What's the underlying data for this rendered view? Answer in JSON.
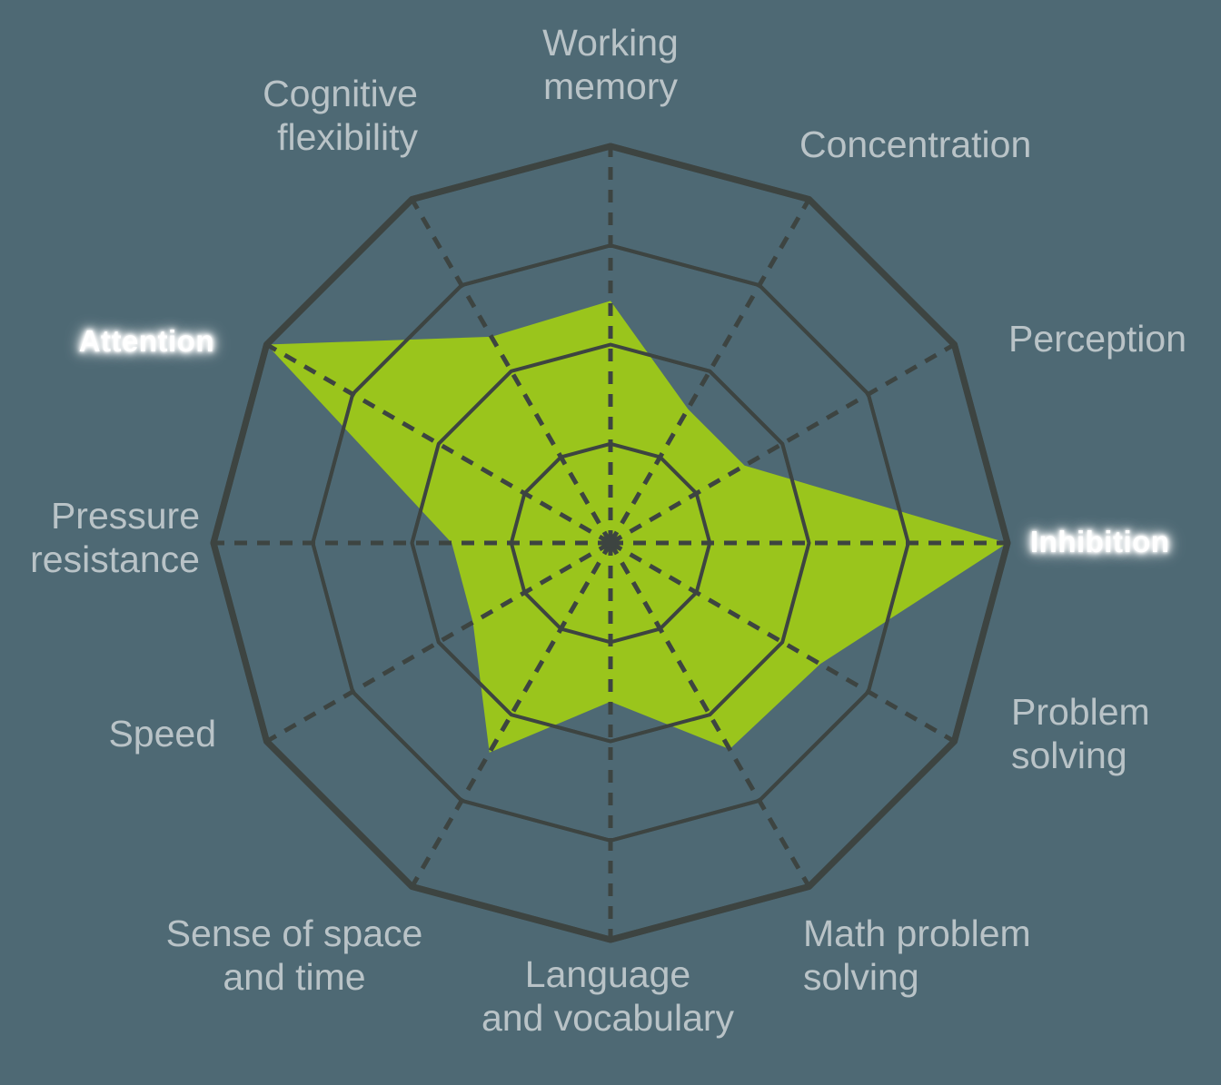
{
  "background_color": "#4e6974",
  "chart_data": {
    "type": "radar",
    "title": "",
    "grid": true,
    "grid_rings": 4,
    "rmin": 0,
    "rmax": 1,
    "fill_color": "#9ac51c",
    "grid_color": "#3d4441",
    "label_color": "#b9c3c7",
    "highlight_label_color": "#ffffff",
    "legend": "none",
    "categories": [
      "Working memory",
      "Concentration",
      "Perception",
      "Inhibition",
      "Problem solving",
      "Math problem solving",
      "Language and vocabulary",
      "Sense of space and time",
      "Speed",
      "Pressure resistance",
      "Attention",
      "Cognitive flexibility"
    ],
    "values": [
      0.61,
      0.39,
      0.39,
      1.0,
      0.61,
      0.6,
      0.4,
      0.61,
      0.4,
      0.4,
      1.0,
      0.6
    ],
    "highlighted": [
      "Attention",
      "Inhibition"
    ]
  },
  "labels": [
    {
      "id": "working-memory",
      "text": "Working\nmemory",
      "highlight": false
    },
    {
      "id": "concentration",
      "text": "Concentration",
      "highlight": false
    },
    {
      "id": "perception",
      "text": "Perception",
      "highlight": false
    },
    {
      "id": "inhibition",
      "text": "Inhibition",
      "highlight": true
    },
    {
      "id": "problem-solving",
      "text": "Problem\nsolving",
      "highlight": false
    },
    {
      "id": "math-problem-solving",
      "text": "Math problem\nsolving",
      "highlight": false
    },
    {
      "id": "language-and-vocabulary",
      "text": "Language\nand vocabulary",
      "highlight": false
    },
    {
      "id": "sense-of-space-and-time",
      "text": "Sense of space\nand time",
      "highlight": false
    },
    {
      "id": "speed",
      "text": "Speed",
      "highlight": false
    },
    {
      "id": "pressure-resistance",
      "text": "Pressure\nresistance",
      "highlight": false
    },
    {
      "id": "attention",
      "text": "Attention",
      "highlight": true
    },
    {
      "id": "cognitive-flexibility",
      "text": "Cognitive\nflexibility",
      "highlight": false
    }
  ]
}
